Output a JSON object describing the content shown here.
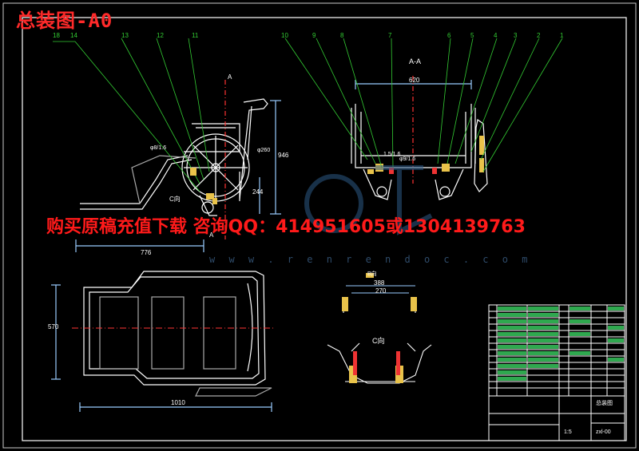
{
  "title": "总装图-A0",
  "banner": "购买原稿充值下载 咨询QQ：414951605或1304139763",
  "watermark_url": "w w w . r e n r e n d o c . c o m",
  "section_labels": {
    "aa": "A-A",
    "a_top": "A",
    "a_bottom": "A",
    "c": "C向",
    "c_mark": "C向",
    "b": "B向"
  },
  "dimensions": {
    "side_width": "776",
    "side_height": "946",
    "side_small": "244",
    "top_width": "620",
    "plan_width": "1010",
    "plan_height": "570",
    "c_outer": "388",
    "c_inner": "270",
    "aa_label_1": "1.5/1.6",
    "aa_label_2": "φ9/1.6",
    "side_r": "φ260",
    "side_phi": "φ8/1.6"
  },
  "callouts_left": [
    "18",
    "14",
    "13",
    "12",
    "11"
  ],
  "callouts_right": [
    "10",
    "9",
    "8",
    "7",
    "6",
    "5",
    "4",
    "3",
    "2",
    "1"
  ],
  "title_block": {
    "drawing_no": "zxl-00",
    "name": "总装图",
    "scale": "1:5"
  }
}
